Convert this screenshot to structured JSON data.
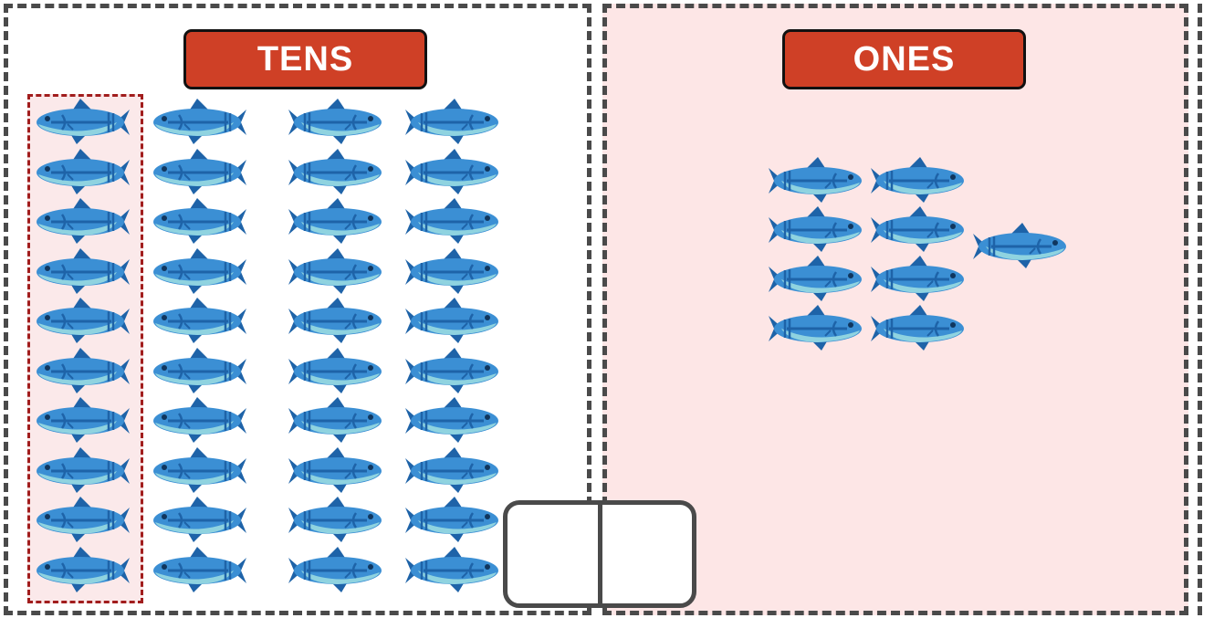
{
  "labels": {
    "tens": "TENS",
    "ones": "ONES"
  },
  "tens": {
    "columns": 4,
    "fish_per_column": 10,
    "grouped_columns": 1
  },
  "ones": {
    "count": 9
  },
  "answer": {
    "tens_digit": "",
    "ones_digit": ""
  },
  "colors": {
    "label_bg": "#cf4026",
    "label_border": "#111111",
    "panel_border": "#4a4a4a",
    "ones_bg": "#fde6e6",
    "group_border": "#a11d1d",
    "fish_body": "#3b8fd4",
    "fish_belly": "#8fd3e0",
    "fish_dark": "#1e63a8"
  },
  "icons": {
    "fish": "fish-icon"
  }
}
